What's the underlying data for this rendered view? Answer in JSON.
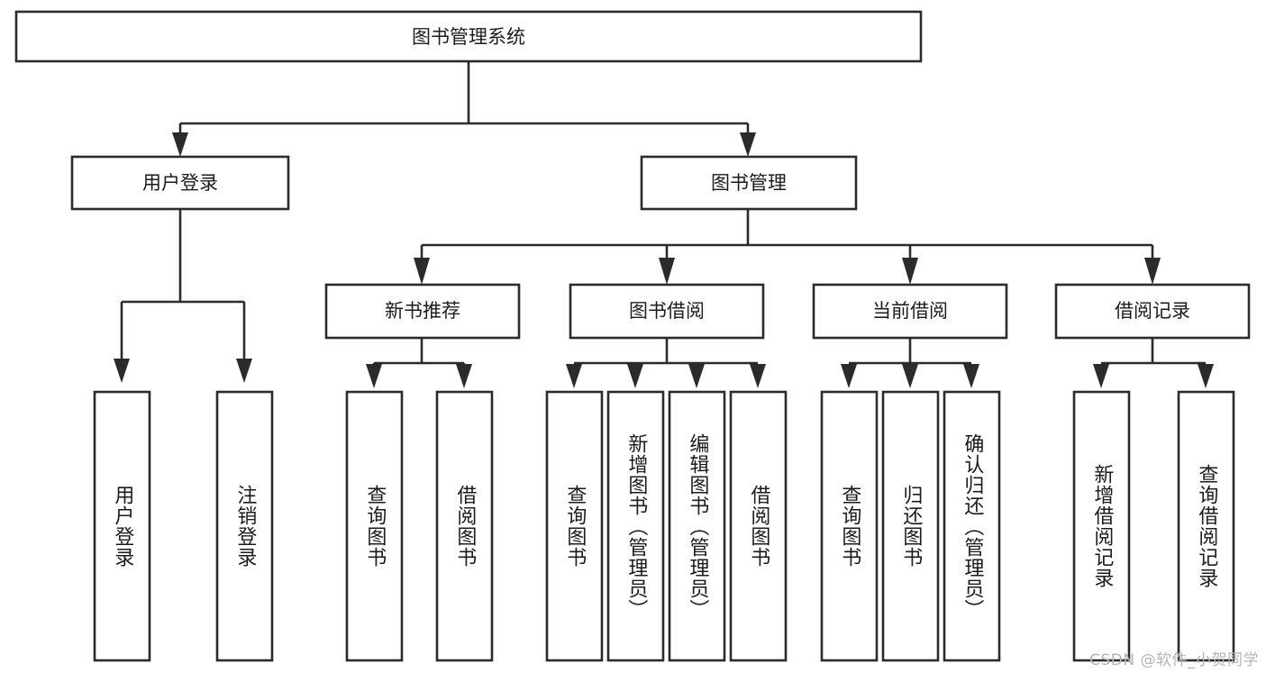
{
  "diagram": {
    "type": "tree-hierarchy",
    "title_node": {
      "label": "图书管理系统"
    },
    "level2": [
      {
        "id": "user-login",
        "label": "用户登录"
      },
      {
        "id": "book-management",
        "label": "图书管理"
      }
    ],
    "level3": [
      {
        "id": "new-book-recommend",
        "label": "新书推荐"
      },
      {
        "id": "book-borrow",
        "label": "图书借阅"
      },
      {
        "id": "current-borrow",
        "label": "当前借阅"
      },
      {
        "id": "borrow-record",
        "label": "借阅记录"
      }
    ],
    "leaves": {
      "user_login": [
        {
          "id": "leaf-user-login",
          "label": "用户登录"
        },
        {
          "id": "leaf-logout-login",
          "label": "注销登录"
        }
      ],
      "new_book_recommend": [
        {
          "id": "leaf-query-book-1",
          "label": "查询图书"
        },
        {
          "id": "leaf-borrow-book-1",
          "label": "借阅图书"
        }
      ],
      "book_borrow": [
        {
          "id": "leaf-query-book-2",
          "label": "查询图书"
        },
        {
          "id": "leaf-add-book",
          "label": "新增图书（管理员）"
        },
        {
          "id": "leaf-edit-book",
          "label": "编辑图书（管理员）"
        },
        {
          "id": "leaf-borrow-book-2",
          "label": "借阅图书"
        }
      ],
      "current_borrow": [
        {
          "id": "leaf-query-book-3",
          "label": "查询图书"
        },
        {
          "id": "leaf-return-book",
          "label": "归还图书"
        },
        {
          "id": "leaf-confirm-return",
          "label": "确认归还（管理员）"
        }
      ],
      "borrow_record": [
        {
          "id": "leaf-add-record",
          "label": "新增借阅记录"
        },
        {
          "id": "leaf-query-record",
          "label": "查询借阅记录"
        }
      ]
    }
  },
  "watermark": {
    "text": "CSDN @软件_小贺同学"
  },
  "colors": {
    "stroke": "#2b2b2b",
    "box_fill": "#ffffff",
    "text": "#1c1c1c",
    "watermark": "#b4b4b4",
    "background": "#ffffff"
  }
}
